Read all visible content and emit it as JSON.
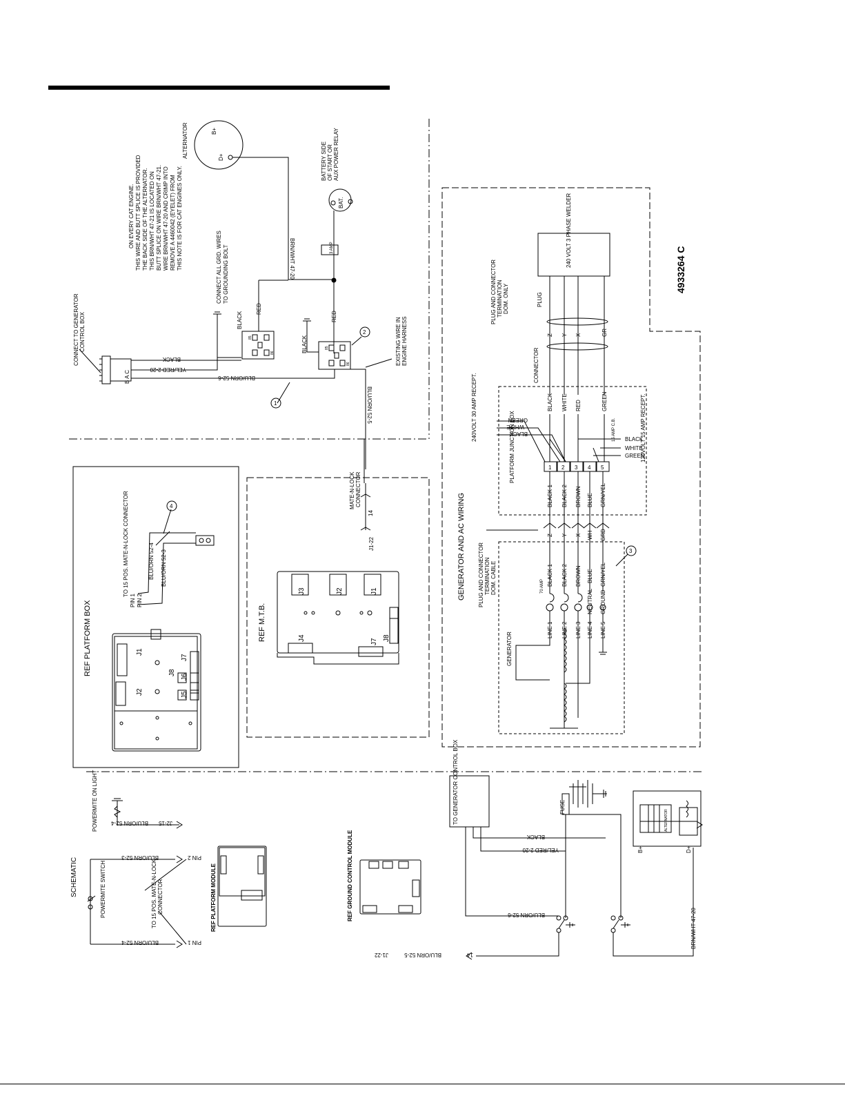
{
  "document_number": "4933264 C",
  "notes": {
    "cat_note": [
      "THIS NOTE IS FOR CAT ENGINES ONLY.",
      "REMOVE A 4460042 (EYELET) FROM",
      "WIRE BRN/WHT 47-20 AND CRIMP INTO",
      "BUTT SPLICE ON WIRE BRN/WHT 47-21.",
      "THIS BRN/WHT 47-21 IS LOCATED ON",
      "THE BACK SIDE OF THE ALTERNATOR.",
      "THIS WIRE AND BUTT SPLICE IS PROVIDED",
      "ON EVERY CAT ENGINE."
    ],
    "ground_note": [
      "CONNECT ALL GRD. WIRES",
      "TO GROUNDING BOLT"
    ],
    "gen_box": [
      "CONNECT TO GENERATOR",
      "CONTROL BOX"
    ],
    "existing_wire": [
      "EXISTING WIRE IN",
      "ENGINE HARNESS"
    ],
    "battery_side": [
      "BATTERY SIDE",
      "OF START OR",
      "AUX POWER RELAY"
    ],
    "plug_connector_top": [
      "PLUG AND CONNECTOR",
      "TERMINATION",
      "DOM. ONLY"
    ],
    "plug_connector_bottom": [
      "PLUG AND CONNECTOR",
      "TERMINATION",
      "DOM. CABLE"
    ],
    "to_15_pos": [
      "TO 15 POS. MATE-N-LOCK CONNECTOR"
    ],
    "to_15_pos_sch": [
      "TO 15 POS. MATE-N-LOCK",
      "CONNECTOR"
    ],
    "mate_n_lock": [
      "MATE-N-LOCK",
      "CONNECTOR"
    ]
  },
  "labels": {
    "alternator": "ALTERNATOR",
    "b_plus": "B+",
    "d_plus": "D+",
    "bat": "BAT.",
    "brn_wht": "BRN/WHT 47-20",
    "black": "BLACK",
    "red": "RED",
    "yel_red": "YEL/RED 2-20",
    "blu_orn_6": "BLU/ORN 52-6",
    "blu_orn_5": "BLU/ORN 52-5",
    "blu_orn_4": "BLU/ORN 52-4",
    "blu_orn_3": "BLU/ORN 52-3",
    "b_a_c": "B A C",
    "amp_3": "3 AMP",
    "pin1": "PIN 1",
    "pin2": "PIN 2",
    "j1_22": "J1-22",
    "num14": "14",
    "j2_15": "J2-15",
    "ref_platform_box": "REF PLATFORM BOX",
    "ref_mtb": "REF M.T.B.",
    "gen_ac": "GENERATOR AND AC WIRING",
    "schematic": "SCHEMATIC",
    "powermite_switch": "POWERMITE SWITCH",
    "powermite_light": "POWERMITE ON LIGHT",
    "ref_platform_module": "REF PLATFORM MODULE",
    "ref_ground_module": "REF GROUND CONTROL MODULE",
    "to_gen_box": "TO GENERATOR CONTROL BOX",
    "fuse": "FUSE",
    "generator": "GENERATOR",
    "platform_jbox": "PLATFORM JUNCTION BOX",
    "welder": "240 VOLT 3 PHASE WELDER",
    "plug": "PLUG",
    "connector": "CONNECTOR",
    "recept_240": "240VOLT 30 AMP RECEPT.",
    "recept_120": "120VOLT 15 AMP RECEPT.",
    "amp_15": "15 AMP C.B.",
    "amp_70": "70 AMP",
    "white": "WHITE",
    "green": "GREEN",
    "line_labels": [
      "LINE 1",
      "LINE 2",
      "LINE 3",
      "LINE 4",
      "LINE 5"
    ],
    "neutral": "NEUTRAL",
    "ground": "GROUND",
    "gen_wire_colors": [
      "BLACK 1",
      "BLACK 2",
      "BROWN",
      "BLUE",
      "GRN/YEL"
    ],
    "letters_zyx": [
      "Z",
      "Y",
      "X",
      "WH",
      "GRD"
    ],
    "welder_letters": [
      "Z",
      "Y",
      "X",
      "GR"
    ],
    "top_colors": [
      "BLACK",
      "WHITE",
      "RED",
      "GREEN"
    ],
    "jbox_terms": [
      "1",
      "2",
      "3",
      "4",
      "5"
    ],
    "callouts": [
      "1",
      "2",
      "3",
      "4"
    ],
    "pbox_conn": [
      "J1",
      "J2",
      "J5",
      "J6",
      "J7",
      "J8"
    ],
    "mtb_conn": [
      "J3",
      "J2",
      "J1",
      "J4",
      "J7",
      "J8"
    ],
    "relay_pins": [
      "85",
      "86",
      "30",
      "87",
      "87A"
    ]
  }
}
